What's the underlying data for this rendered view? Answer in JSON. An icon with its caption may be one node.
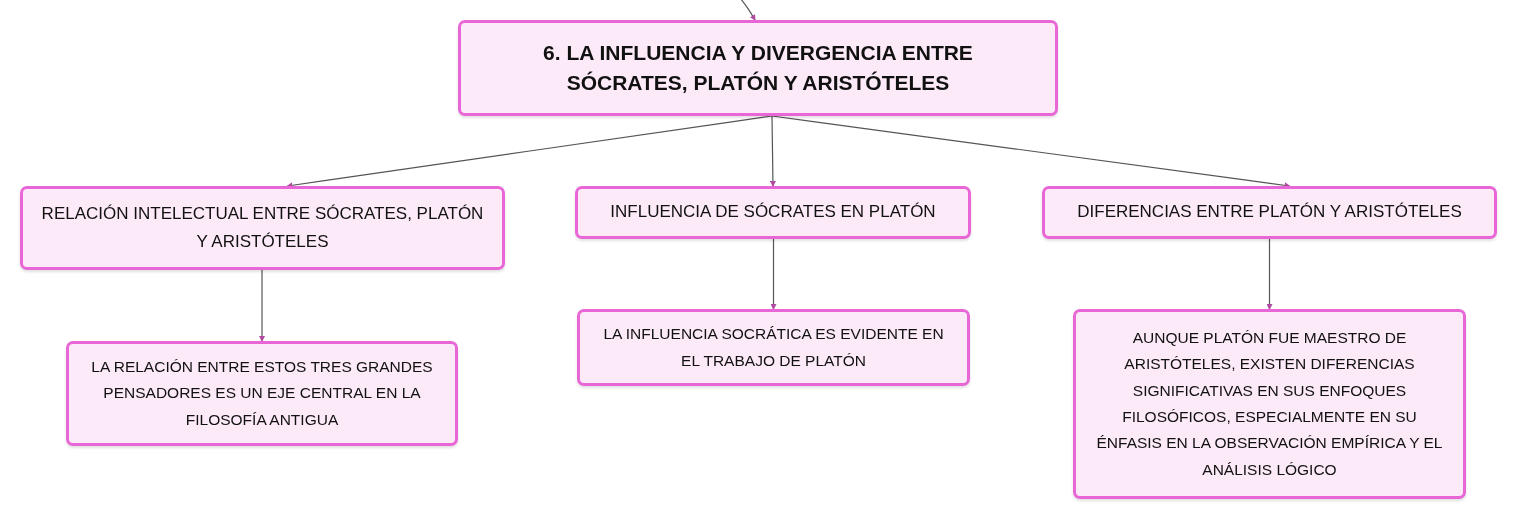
{
  "diagram": {
    "nodes": [
      {
        "text": [
          "6. LA INFLUENCIA Y DIVERGENCIA ENTRE SÓCRATES, PLATÓN Y ARISTÓTELES"
        ]
      },
      {
        "text": [
          "RELACIÓN INTELECTUAL ENTRE SÓCRATES, PLATÓN Y ARISTÓTELES"
        ]
      },
      {
        "text": [
          "INFLUENCIA DE SÓCRATES EN PLATÓN"
        ]
      },
      {
        "text": [
          "DIFERENCIAS ENTRE PLATÓN Y ARISTÓTELES"
        ]
      },
      {
        "text": [
          "LA RELACIÓN ENTRE ESTOS TRES GRANDES PENSADORES ES UN EJE CENTRAL EN LA FILOSOFÍA ANTIGUA"
        ]
      },
      {
        "text": [
          "LA INFLUENCIA SOCRÁTICA ES EVIDENTE EN EL TRABAJO DE PLATÓN"
        ]
      },
      {
        "text": [
          "AUNQUE PLATÓN FUE MAESTRO DE ARISTÓTELES, EXISTEN DIFERENCIAS SIGNIFICATIVAS EN SUS ENFOQUES FILOSÓFICOS, ESPECIALMENTE EN SU ÉNFASIS EN LA OBSERVACIÓN EMPÍRICA Y EL ANÁLISIS LÓGICO"
        ]
      }
    ],
    "edges": [
      {
        "from": null,
        "to": 0,
        "arrow": "to"
      },
      {
        "from": 0,
        "to": 1,
        "arrow": "to"
      },
      {
        "from": 0,
        "to": 2,
        "arrow": "to"
      },
      {
        "from": 0,
        "to": 3,
        "arrow": "to"
      },
      {
        "from": 1,
        "to": 4,
        "arrow": "to"
      },
      {
        "from": 2,
        "to": 5,
        "arrow": "to"
      },
      {
        "from": 3,
        "to": 6,
        "arrow": "to"
      }
    ]
  }
}
